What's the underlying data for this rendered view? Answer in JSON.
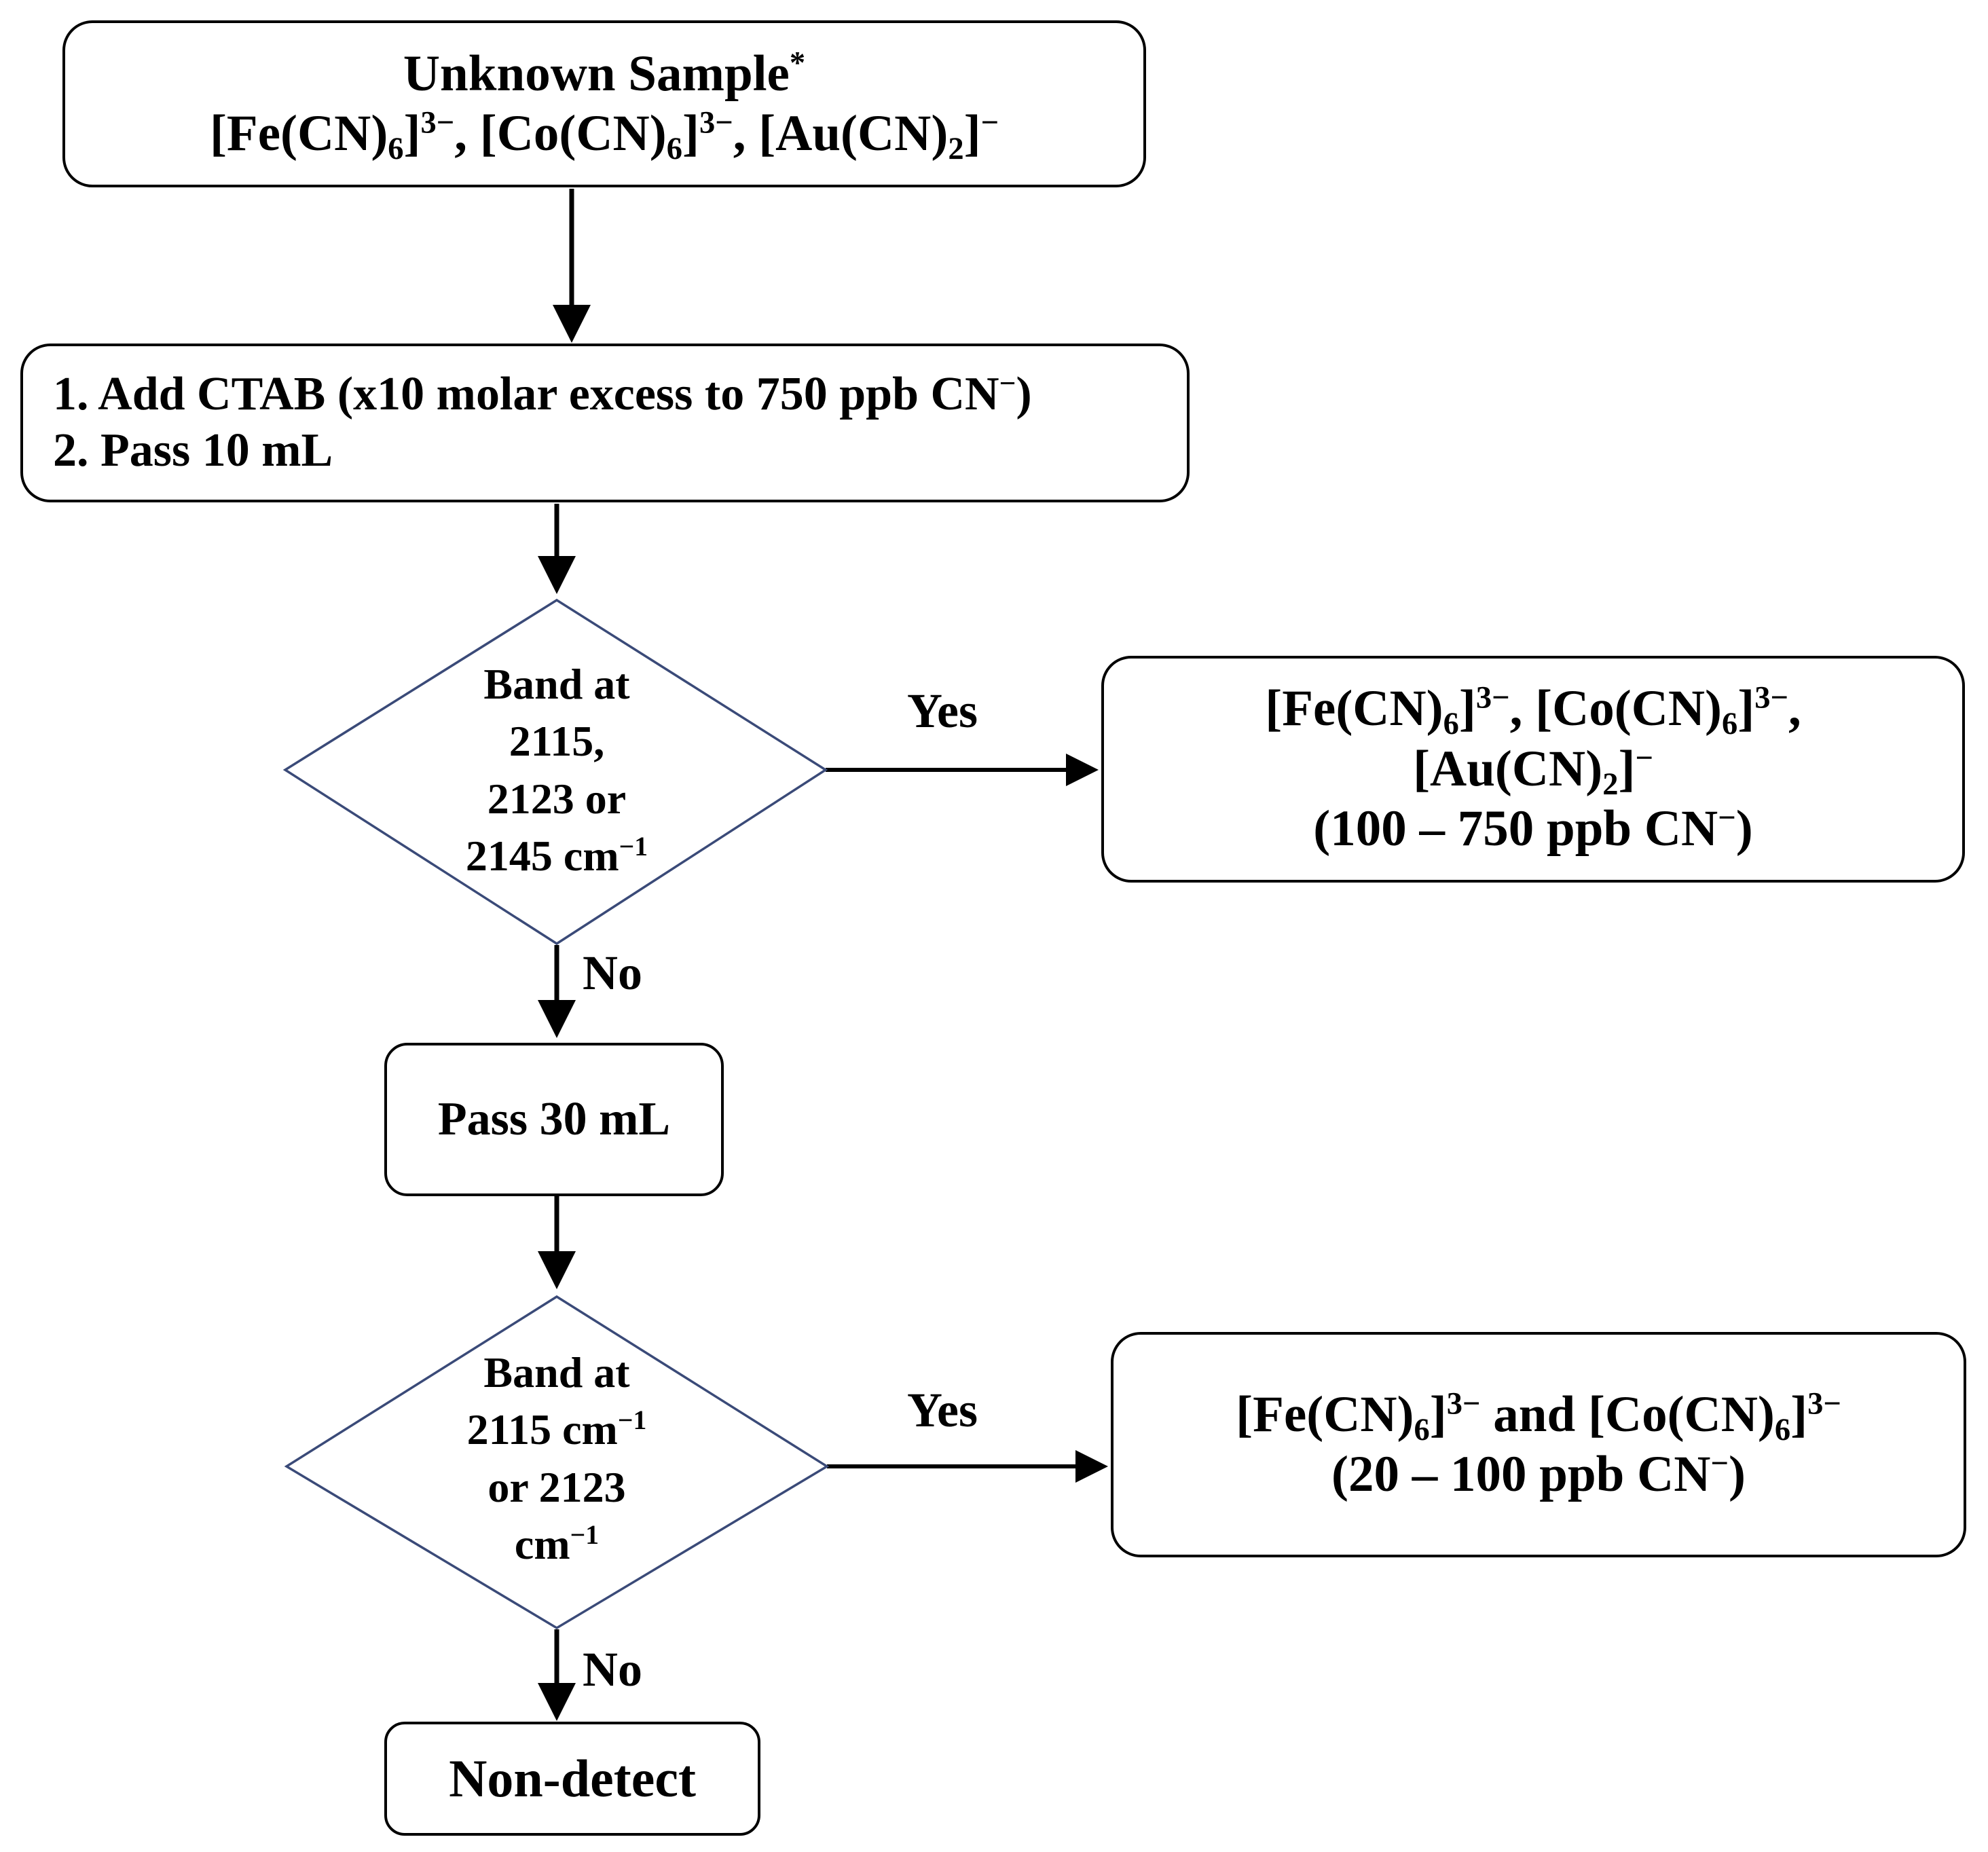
{
  "start": {
    "title": "Unknown Sample",
    "title_mark": "*",
    "species": [
      {
        "pre": "[Fe(CN)",
        "sub": "6",
        "post": "]",
        "sup": "3−",
        "sep": ", "
      },
      {
        "pre": "[Co(CN)",
        "sub": "6",
        "post": "]",
        "sup": "3−",
        "sep": ", "
      },
      {
        "pre": "[Au(CN)",
        "sub": "2",
        "post": "]",
        "sup": "−",
        "sep": ""
      }
    ]
  },
  "step1": {
    "line1": "1. Add CTAB (x10 molar excess to 750 ppb CN",
    "line1_sup": "−",
    "line1_end": ")",
    "line2": "2. Pass 10 mL"
  },
  "decision1": {
    "lines": [
      "Band at",
      "2115,",
      "2123 or"
    ],
    "last_pre": "2145 cm",
    "last_sup": "−1"
  },
  "yes1": "Yes",
  "no1": "No",
  "result1": {
    "s1_pre": "[Fe(CN)",
    "s1_sub": "6",
    "s1_post": "]",
    "s1_sup": "3−",
    "s1_sep": ", ",
    "s2_pre": "[Co(CN)",
    "s2_sub": "6",
    "s2_post": "]",
    "s2_sup": "3−",
    "s2_sep": ",",
    "s3_pre": "[Au(CN)",
    "s3_sub": "2",
    "s3_post": "]",
    "s3_sup": "−",
    "range_pre": "(100 – 750 ppb CN",
    "range_sup": "−",
    "range_end": ")"
  },
  "step2": {
    "label": "Pass 30 mL"
  },
  "decision2": {
    "line1": "Band at",
    "line2_pre": "2115 cm",
    "line2_sup": "−1",
    "line3": "or 2123",
    "line4_pre": "cm",
    "line4_sup": "−1"
  },
  "yes2": "Yes",
  "no2": "No",
  "result2": {
    "s1_pre": "[Fe(CN)",
    "s1_sub": "6",
    "s1_post": "]",
    "s1_sup": "3−",
    "joiner": " and ",
    "s2_pre": "[Co(CN)",
    "s2_sub": "6",
    "s2_post": "]",
    "s2_sup": "3−",
    "range_pre": "(20 – 100 ppb CN",
    "range_sup": "−",
    "range_end": ")"
  },
  "end": {
    "label": "Non-detect"
  },
  "colors": {
    "diamond_stroke": "#3a4a78",
    "line": "#000000"
  }
}
